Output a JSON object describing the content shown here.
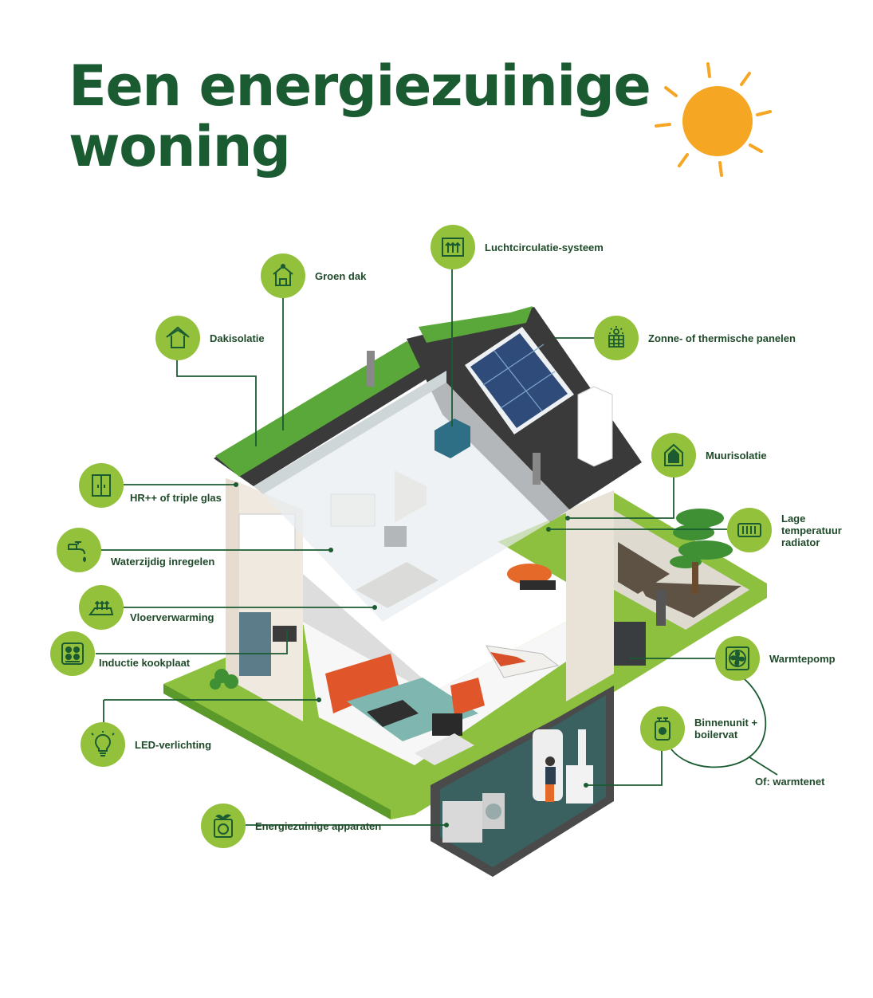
{
  "title": {
    "line1": "Een energiezuinige",
    "line2": "woning"
  },
  "colors": {
    "title": "#1b5b32",
    "badge": "#93c13b",
    "leader_line": "#1b5b32",
    "sun": "#f5a623",
    "roof": "#3c3c3c",
    "grass": "#8dc03f",
    "wall": "#e9e2d7"
  },
  "callouts": [
    {
      "id": "groen-dak",
      "label": "Groen dak",
      "icon": "house-leaf-icon"
    },
    {
      "id": "dakisolatie",
      "label": "Dakisolatie",
      "icon": "roof-insulation-icon"
    },
    {
      "id": "luchtcirculatie",
      "label": "Luchtcirculatie-systeem",
      "icon": "air-flow-icon"
    },
    {
      "id": "zonnepanelen",
      "label": "Zonne- of thermische panelen",
      "icon": "solar-panel-icon"
    },
    {
      "id": "muurisolatie",
      "label": "Muurisolatie",
      "icon": "wall-insulation-icon"
    },
    {
      "id": "radiator",
      "label_lines": [
        "Lage",
        "temperatuur",
        "radiator"
      ],
      "icon": "radiator-icon"
    },
    {
      "id": "hr-glas",
      "label": "HR++ of triple glas",
      "icon": "window-icon"
    },
    {
      "id": "waterzijdig",
      "label": "Waterzijdig inregelen",
      "icon": "faucet-icon"
    },
    {
      "id": "vloerverwarming",
      "label": "Vloerverwarming",
      "icon": "floor-heating-icon"
    },
    {
      "id": "inductie",
      "label": "Inductie kookplaat",
      "icon": "induction-hob-icon"
    },
    {
      "id": "warmtepomp",
      "label": "Warmtepomp",
      "icon": "fan-icon"
    },
    {
      "id": "binnenunit",
      "label_lines": [
        "Binnenunit +",
        "boilervat"
      ],
      "icon": "boiler-icon"
    },
    {
      "id": "warmtenet",
      "label": "Of: warmtenet",
      "icon": ""
    },
    {
      "id": "led",
      "label": "LED-verlichting",
      "icon": "lightbulb-icon"
    },
    {
      "id": "apparaten",
      "label": "Energiezuinige apparaten",
      "icon": "washing-machine-icon"
    }
  ]
}
